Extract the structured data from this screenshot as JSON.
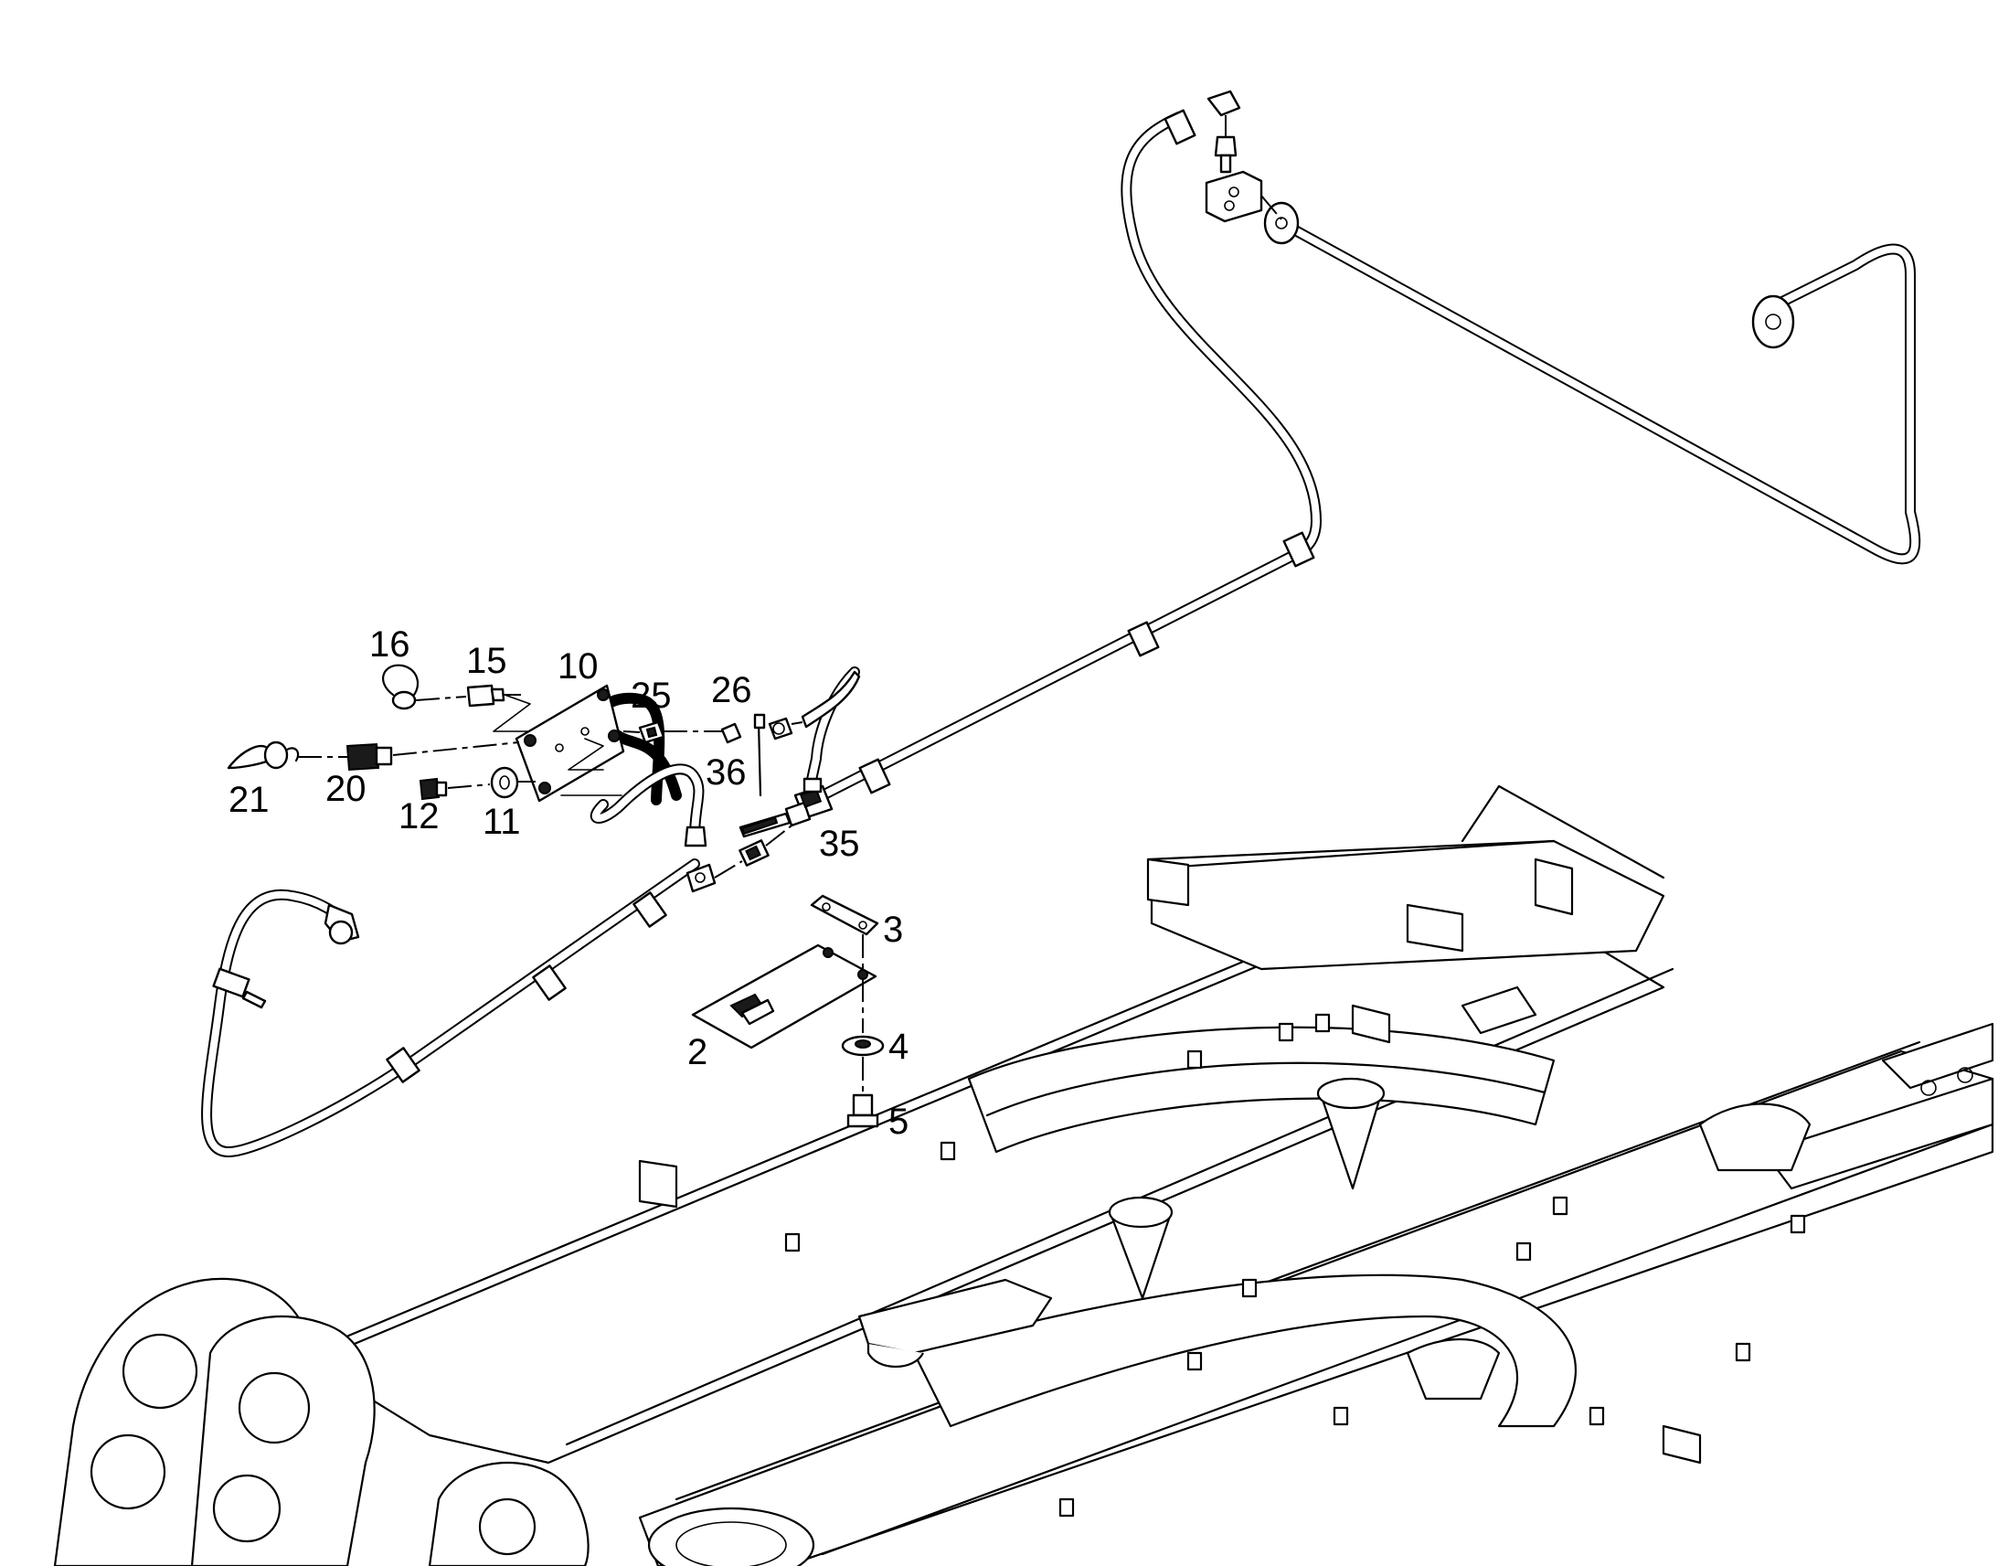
{
  "callouts": [
    {
      "id": "c16",
      "text": "16"
    },
    {
      "id": "c15",
      "text": "15"
    },
    {
      "id": "c10",
      "text": "10"
    },
    {
      "id": "c25",
      "text": "25"
    },
    {
      "id": "c26",
      "text": "26"
    },
    {
      "id": "c36",
      "text": "36"
    },
    {
      "id": "c21",
      "text": "21"
    },
    {
      "id": "c20",
      "text": "20"
    },
    {
      "id": "c12",
      "text": "12"
    },
    {
      "id": "c11",
      "text": "11"
    },
    {
      "id": "c35",
      "text": "35"
    },
    {
      "id": "c3",
      "text": "3"
    },
    {
      "id": "c4",
      "text": "4"
    },
    {
      "id": "c2",
      "text": "2"
    },
    {
      "id": "c5",
      "text": "5"
    }
  ]
}
